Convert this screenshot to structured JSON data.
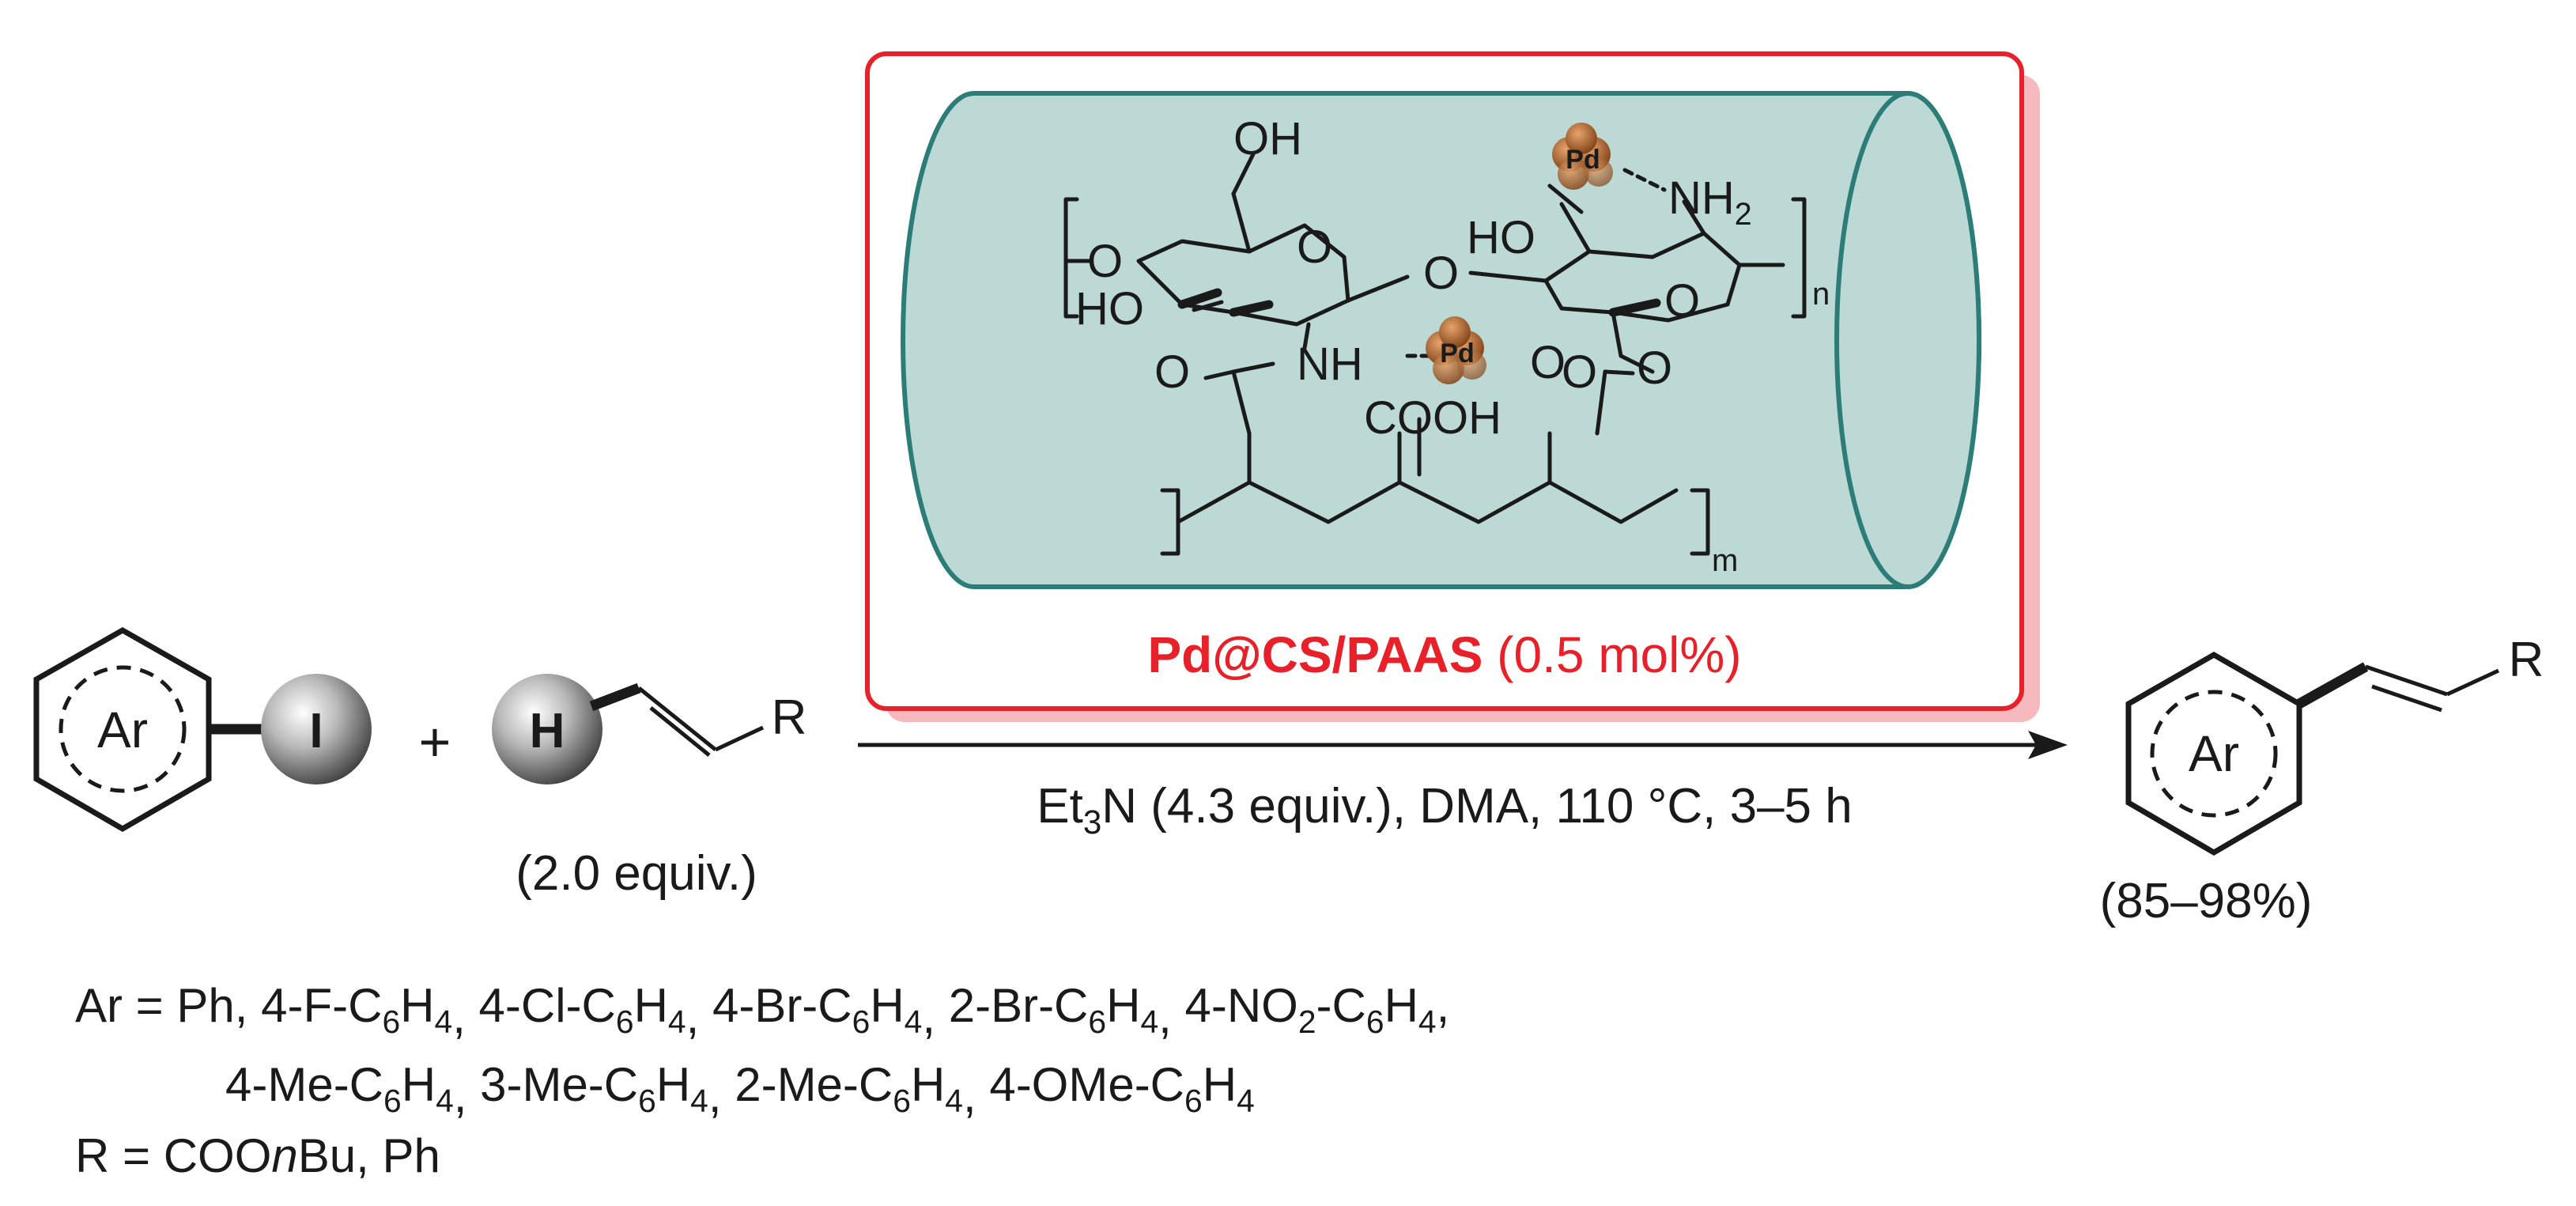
{
  "reactant1": {
    "ring_label": "Ar",
    "atom_label": "I"
  },
  "plus_sign": "+",
  "reactant2": {
    "atom_label": "H",
    "substituent": "R",
    "equiv": "(2.0 equiv.)"
  },
  "catalyst": {
    "name": "Pd@CS/PAAS",
    "loading": "(0.5 mol%)",
    "labels": {
      "oh_top": "OH",
      "pd": "Pd",
      "nh2_n": "NH",
      "nh2_sub": "2",
      "ho_right": "HO",
      "o_left": "O",
      "o_ring1": "O",
      "o_link": "O",
      "o_ring2": "O",
      "ho_left": "HO",
      "n_sub": "n",
      "o_amide": "O",
      "nh": "NH",
      "o_pd": "O",
      "o_ester": "O",
      "o_ester2": "O",
      "cooh": "COOH",
      "m_sub": "m"
    },
    "colors": {
      "frame": "#e8202a",
      "cylinder_fill": "#bcd9d6",
      "cylinder_stroke": "#2c7d78",
      "shadow": "#f6b9bd",
      "pd_particle": "#a5612d"
    }
  },
  "conditions": {
    "base_pre": "Et",
    "base_sub": "3",
    "base_post": "N (4.3 equiv.), DMA, 110 °C, 3–5 h"
  },
  "product": {
    "ring_label": "Ar",
    "substituent": "R",
    "yield": "(85–98%)"
  },
  "scope": {
    "ar_prefix": "Ar = ",
    "ar_line1": [
      {
        "pre": "Ph, 4-F-C",
        "s1": "6",
        "mid": "H",
        "s2": "4",
        "post": ","
      },
      {
        "pre": " 4-Cl-C",
        "s1": "6",
        "mid": "H",
        "s2": "4",
        "post": ","
      },
      {
        "pre": " 4-Br-C",
        "s1": "6",
        "mid": "H",
        "s2": "4",
        "post": ","
      },
      {
        "pre": " 2-Br-C",
        "s1": "6",
        "mid": "H",
        "s2": "4",
        "post": ","
      },
      {
        "pre": " 4-NO",
        "s1": "2",
        "mid": "-C",
        "s2": "6",
        "post": "H"
      },
      {
        "pre": "",
        "s1": "4",
        "mid": ",",
        "s2": "",
        "post": ""
      }
    ],
    "ar_line2": [
      {
        "pre": "4-Me-C",
        "s1": "6",
        "mid": "H",
        "s2": "4",
        "post": ","
      },
      {
        "pre": " 3-Me-C",
        "s1": "6",
        "mid": "H",
        "s2": "4",
        "post": ","
      },
      {
        "pre": " 2-Me-C",
        "s1": "6",
        "mid": "H",
        "s2": "4",
        "post": ","
      },
      {
        "pre": " 4-OMe-C",
        "s1": "6",
        "mid": "H",
        "s2": "4",
        "post": ""
      }
    ],
    "r_line_pre": "R = COO",
    "r_line_italic": "n",
    "r_line_post": "Bu, Ph"
  }
}
